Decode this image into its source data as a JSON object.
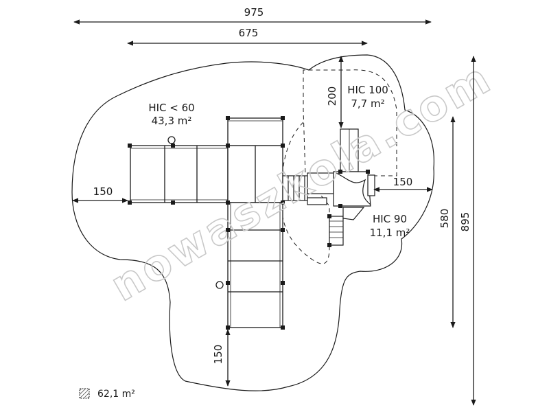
{
  "dimensions": {
    "total_width": "975",
    "inner_width": "675",
    "left_margin": "150",
    "bottom_margin": "150",
    "right_margin": "150",
    "tower_height": "200",
    "inner_height": "580",
    "total_height": "895"
  },
  "zones": {
    "main": {
      "hic": "HIC < 60",
      "area": "43,3 m²"
    },
    "tower": {
      "hic": "HIC 100",
      "area": "7,7 m²"
    },
    "slide": {
      "hic": "HIC 90",
      "area": "11,1 m²"
    }
  },
  "legend": {
    "total_area": "62,1 m²",
    "icon": "hatched-area-icon"
  },
  "watermark": "nowaszkola.com",
  "colors": {
    "line": "#1a1a1a",
    "deck_fill": "#ffffff",
    "watermark": "#c9c9c9"
  }
}
